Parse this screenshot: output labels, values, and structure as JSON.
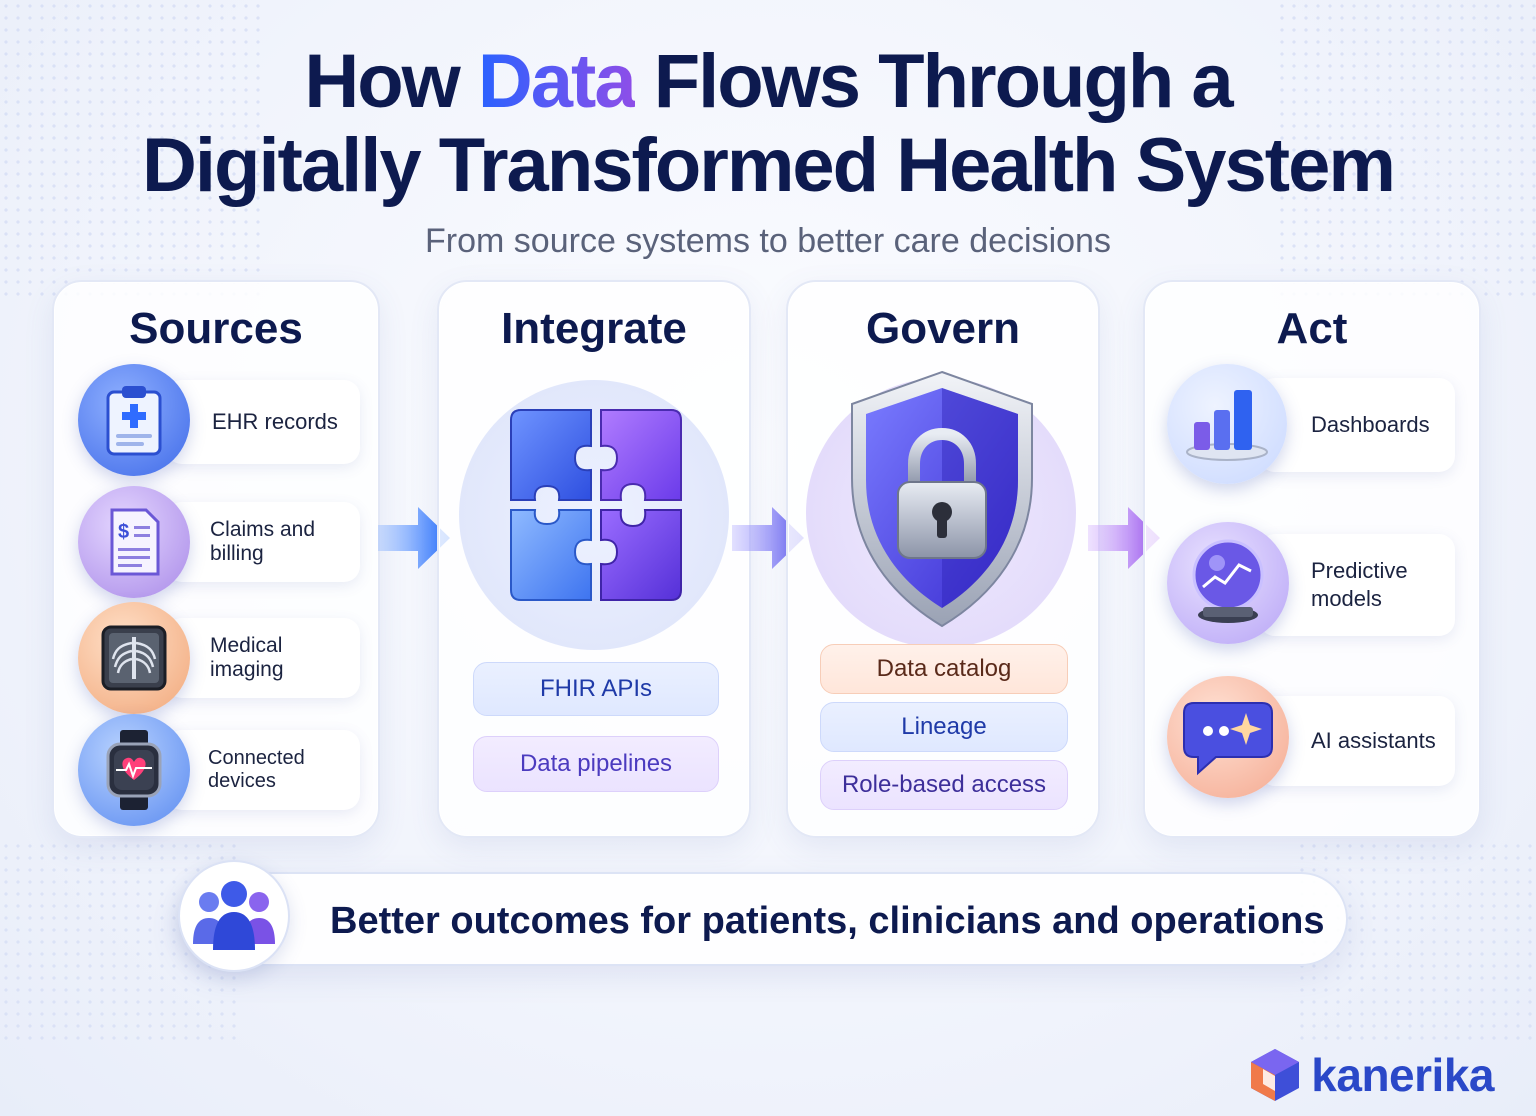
{
  "header": {
    "title_line1_pre": "How ",
    "title_line1_accent": "Data",
    "title_line1_post": " Flows Through a",
    "title_line2": "Digitally Transformed Health System",
    "subtitle": "From source systems to better care decisions"
  },
  "stages": {
    "sources": {
      "title": "Sources",
      "items": [
        {
          "label": "EHR records",
          "icon": "clipboard-medical-icon"
        },
        {
          "label": "Claims and billing",
          "icon": "invoice-icon"
        },
        {
          "label": "Medical imaging",
          "icon": "xray-icon"
        },
        {
          "label": "Connected devices",
          "icon": "smartwatch-icon"
        }
      ]
    },
    "integrate": {
      "title": "Integrate",
      "icon": "puzzle-icon",
      "tags": [
        "FHIR APIs",
        "Data pipelines"
      ]
    },
    "govern": {
      "title": "Govern",
      "icon": "shield-lock-icon",
      "tags": [
        "Data catalog",
        "Lineage",
        "Role-based access"
      ]
    },
    "act": {
      "title": "Act",
      "items": [
        {
          "label": "Dashboards",
          "icon": "bar-chart-icon"
        },
        {
          "label_line1": "Predictive",
          "label_line2": "models",
          "icon": "crystal-ball-icon"
        },
        {
          "label": "AI assistants",
          "icon": "chat-bubble-icon"
        }
      ]
    }
  },
  "outcome": {
    "text": "Better outcomes for patients, clinicians and operations",
    "icon": "people-group-icon"
  },
  "brand": {
    "name": "kanerika",
    "icon": "cube-logo-icon"
  },
  "colors": {
    "navy": "#0d1a4f",
    "blue": "#2a62ff",
    "purple": "#8e4ee8"
  }
}
